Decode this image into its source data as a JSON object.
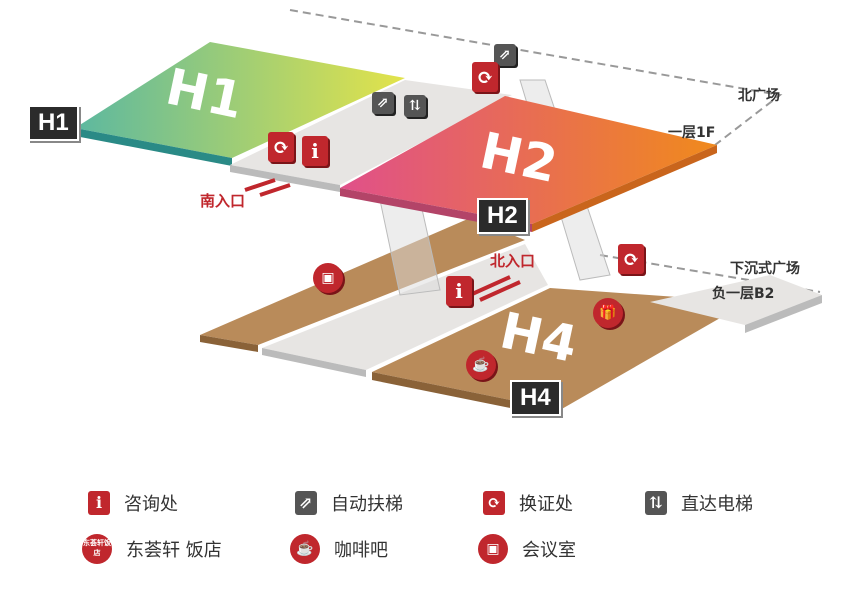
{
  "zones": {
    "h1": "H1",
    "h2": "H2",
    "h4": "H4"
  },
  "labels": {
    "north_plaza": "北广场",
    "floor1": "一层1F",
    "sunken_plaza": "下沉式广场",
    "floor_b2": "负一层B2",
    "south_entrance": "南入口",
    "north_entrance": "北入口"
  },
  "legend": [
    {
      "icon": "info-icon",
      "glyph": "i",
      "label": "咨询处"
    },
    {
      "icon": "escalator-icon",
      "glyph": "⇗",
      "label": "自动扶梯"
    },
    {
      "icon": "exchange-icon",
      "glyph": "⟳",
      "label": "换证处"
    },
    {
      "icon": "elevator-icon",
      "glyph": "⇅",
      "label": "直达电梯"
    },
    {
      "icon": "restaurant-icon",
      "glyph": "东荟轩饭店",
      "label": "东荟轩 饭店"
    },
    {
      "icon": "coffee-icon",
      "glyph": "☕",
      "label": "咖啡吧"
    },
    {
      "icon": "meeting-room-icon",
      "glyph": "▣",
      "label": "会议室"
    }
  ],
  "colors": {
    "accent": "#c0272d",
    "tag": "#2b2b2b"
  }
}
